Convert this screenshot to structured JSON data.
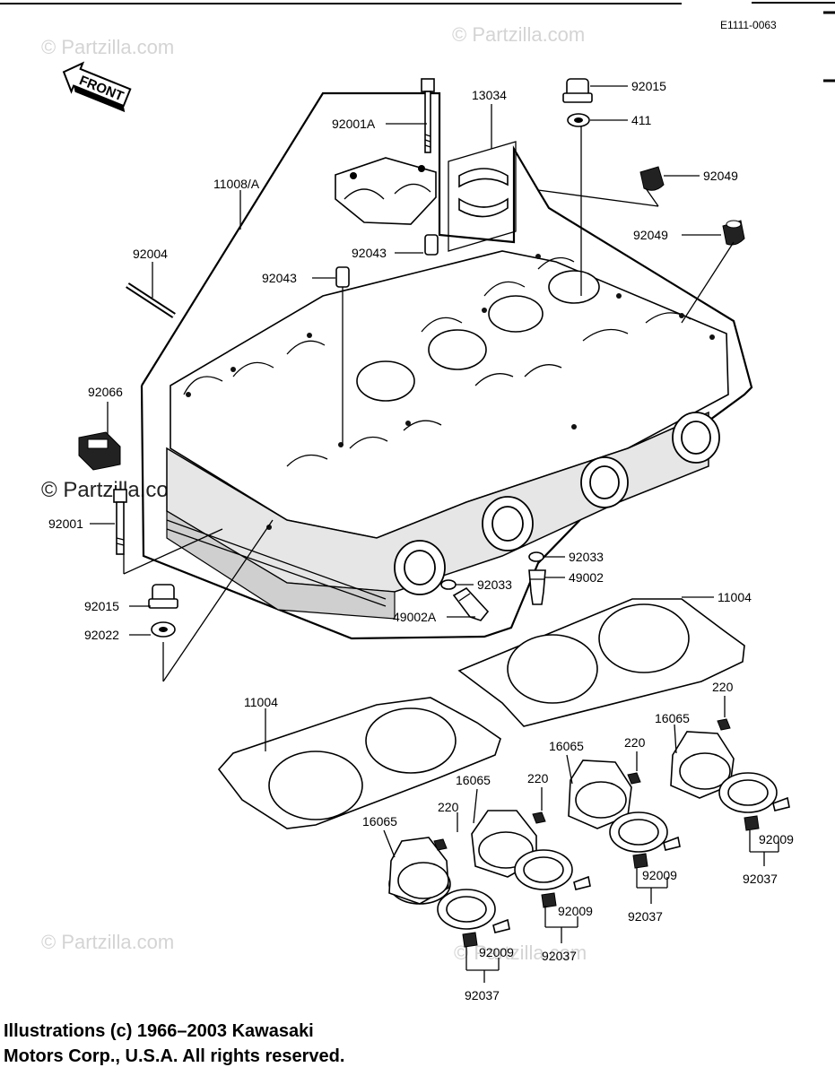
{
  "diagram_code": "E1111-0063",
  "watermark_text": "© Partzilla.com",
  "front_arrow_label": "FRONT",
  "copyright_lines": [
    "Illustrations (c) 1966–2003 Kawasaki",
    "Motors Corp., U.S.A.  All rights reserved."
  ],
  "part_labels": {
    "p92015_top": "92015",
    "p411": "411",
    "p13034": "13034",
    "p92001A": "92001A",
    "p11008A": "11008/A",
    "p92049_a": "92049",
    "p92049_b": "92049",
    "p92004": "92004",
    "p92043_a": "92043",
    "p92043_b": "92043",
    "p92066": "92066",
    "p92001": "92001",
    "p92033_a": "92033",
    "p49002": "49002",
    "p92033_b": "92033",
    "p49002A": "49002A",
    "p92015_bot": "92015",
    "p92022": "92022",
    "p11004_a": "11004",
    "p11004_b": "11004",
    "p220_a": "220",
    "p16065_a": "16065",
    "p220_b": "220",
    "p16065_b": "16065",
    "p220_c": "220",
    "p16065_c": "16065",
    "p220_d": "220",
    "p16065_d": "16065",
    "p92009_a": "92009",
    "p92037_a": "92037",
    "p92009_b": "92009",
    "p92037_b": "92037",
    "p92009_c": "92009",
    "p92037_c": "92037",
    "p92009_d": "92009",
    "p92037_d": "92037"
  }
}
